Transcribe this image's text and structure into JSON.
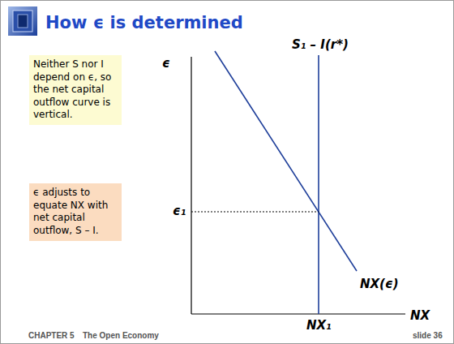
{
  "diagram": {
    "title": "How ϵ is determined",
    "nodes": [
      {
        "text": [
          "Neither S nor I depend on ϵ, so the net capital outflow curve is vertical."
        ]
      },
      {
        "text": [
          "ϵ adjusts to equate NX with net capital outflow, S – I."
        ]
      }
    ],
    "labels": [
      "ϵ",
      "S₁ – I(r*)",
      "ϵ₁",
      "NX(ϵ)",
      "NX₁",
      "NX",
      "CHAPTER 5",
      "The Open Economy",
      "slide 36"
    ]
  }
}
